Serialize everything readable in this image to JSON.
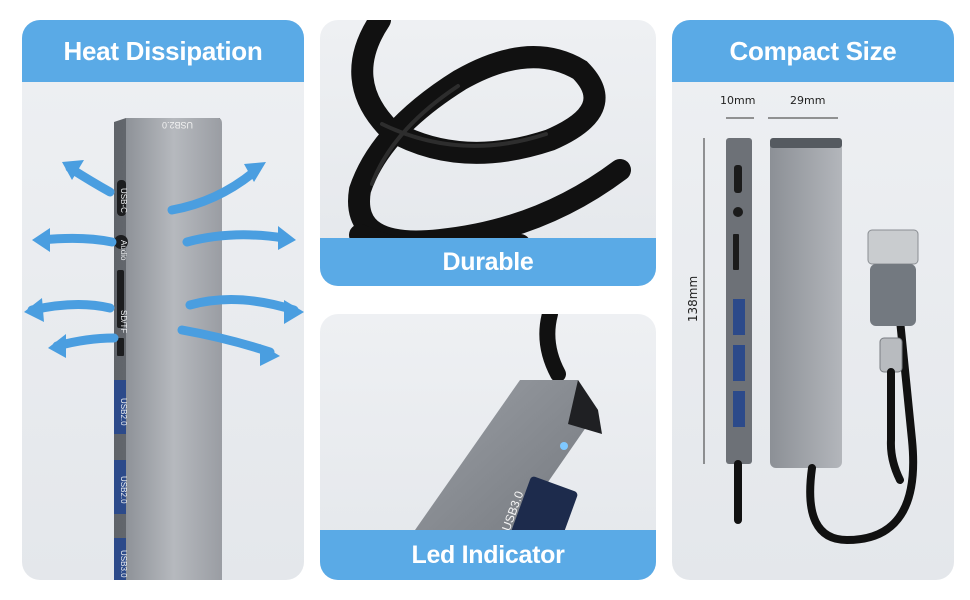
{
  "panels": {
    "heat": {
      "title": "Heat Dissipation",
      "hub_top_label": "USB2.0",
      "port_labels": [
        "USB-C",
        "Audio",
        "SD/TF",
        "USB2.0",
        "USB2.0",
        "USB3.0"
      ]
    },
    "durable": {
      "title": "Durable"
    },
    "led": {
      "title": "Led Indicator",
      "port_label": "USB3.0"
    },
    "compact": {
      "title": "Compact Size",
      "dim_thickness": "10mm",
      "dim_width": "29mm",
      "dim_length": "138mm"
    }
  },
  "colors": {
    "banner": "#5aaae6",
    "arrow": "#4a9ee0",
    "hub": "#a9adb3",
    "cable": "#111111"
  }
}
